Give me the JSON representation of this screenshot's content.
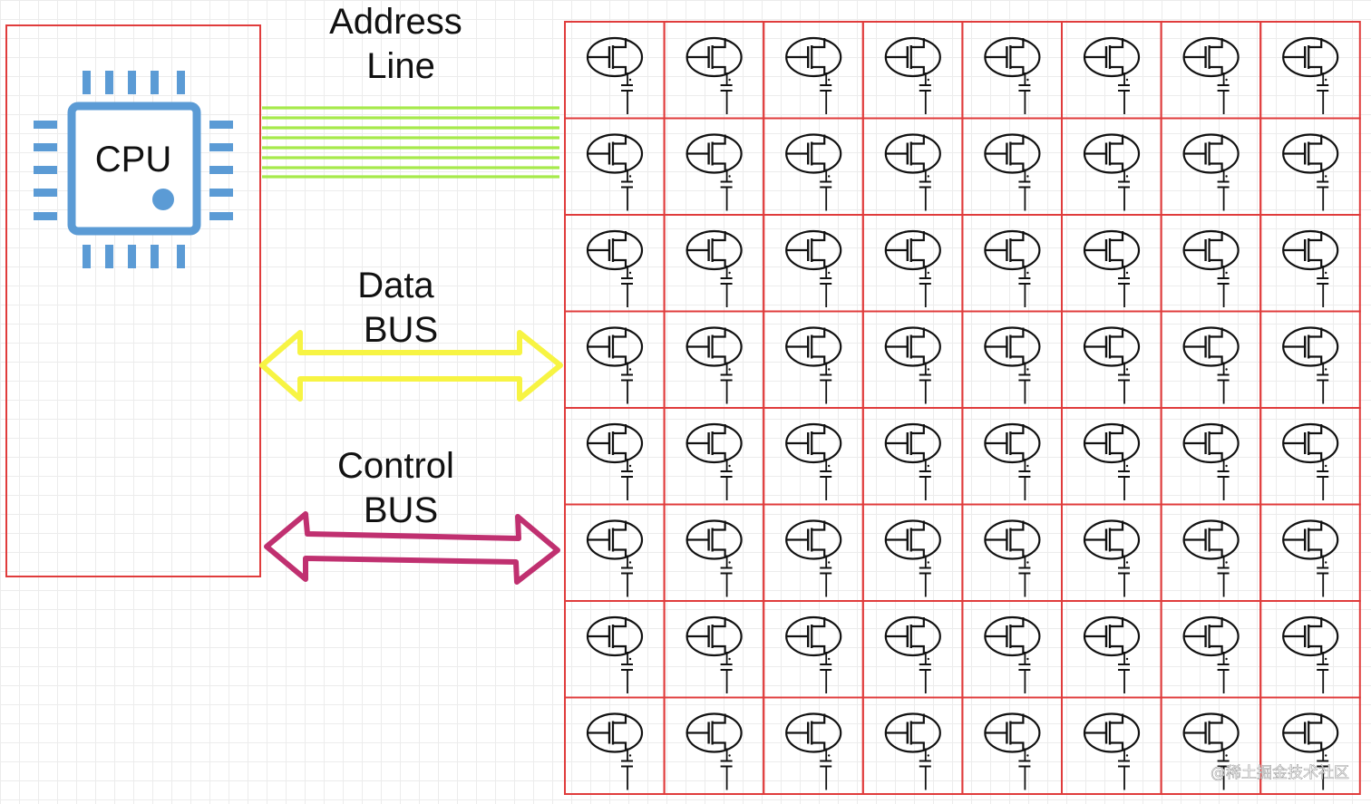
{
  "cpu": {
    "label": "CPU",
    "colors": {
      "chip": "#5b9bd5",
      "box_border": "#e03c3c"
    }
  },
  "buses": {
    "address": {
      "lines": [
        "Address",
        "Line"
      ],
      "color": "#a6ea4c"
    },
    "data": {
      "lines": [
        "Data",
        "BUS"
      ],
      "color": "#f7f443"
    },
    "control": {
      "lines": [
        "Control",
        "BUS"
      ],
      "color": "#c03070"
    }
  },
  "memory": {
    "rows": 8,
    "cols": 8,
    "cell_border_color": "#e03c3c",
    "cell_icon": "transistor-capacitor-icon"
  },
  "watermark": {
    "text": "@稀土掘金技术社区"
  }
}
